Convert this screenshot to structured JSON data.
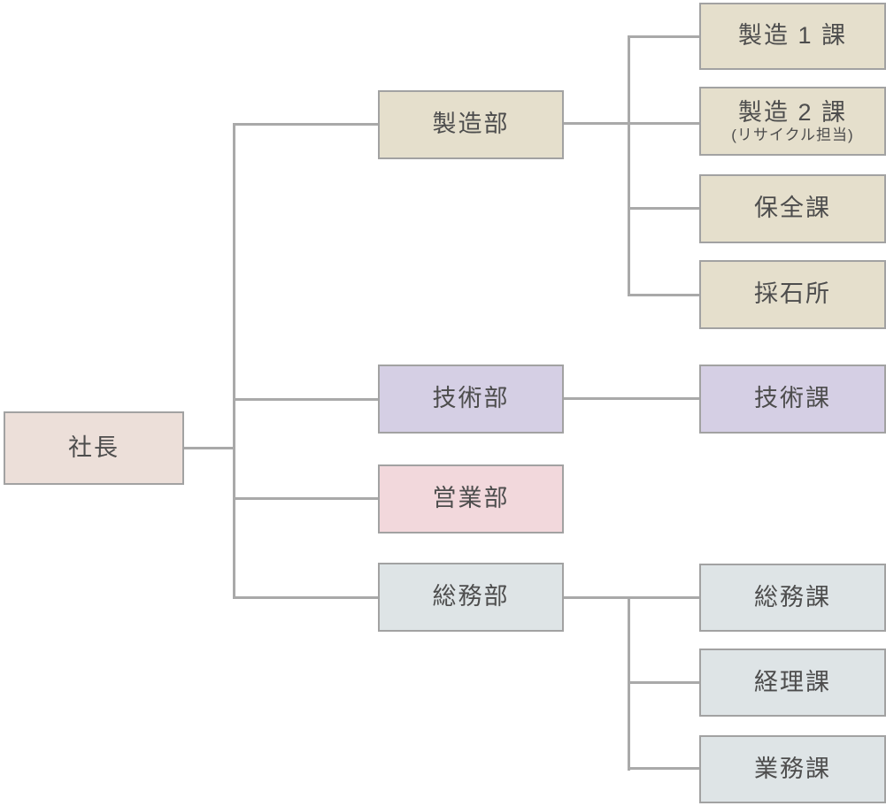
{
  "org": {
    "root": {
      "label": "社長"
    },
    "departments": [
      {
        "label": "製造部",
        "sections": [
          {
            "label": "製造 1 課"
          },
          {
            "label": "製造 2 課",
            "sublabel": "(リサイクル担当)"
          },
          {
            "label": "保全課"
          },
          {
            "label": "採石所"
          }
        ]
      },
      {
        "label": "技術部",
        "sections": [
          {
            "label": "技術課"
          }
        ]
      },
      {
        "label": "営業部",
        "sections": []
      },
      {
        "label": "総務部",
        "sections": [
          {
            "label": "総務課"
          },
          {
            "label": "経理課"
          },
          {
            "label": "業務課"
          }
        ]
      }
    ]
  },
  "colors": {
    "president_fill": "#ecdfd9",
    "manufacturing_fill": "#e5dfcc",
    "technical_fill": "#d5cfe4",
    "sales_fill": "#f2d8dc",
    "general_affairs_fill": "#dee4e6",
    "connector": "#a9a9a9",
    "border": "#a2a2a2",
    "text": "#4d4d4d"
  }
}
